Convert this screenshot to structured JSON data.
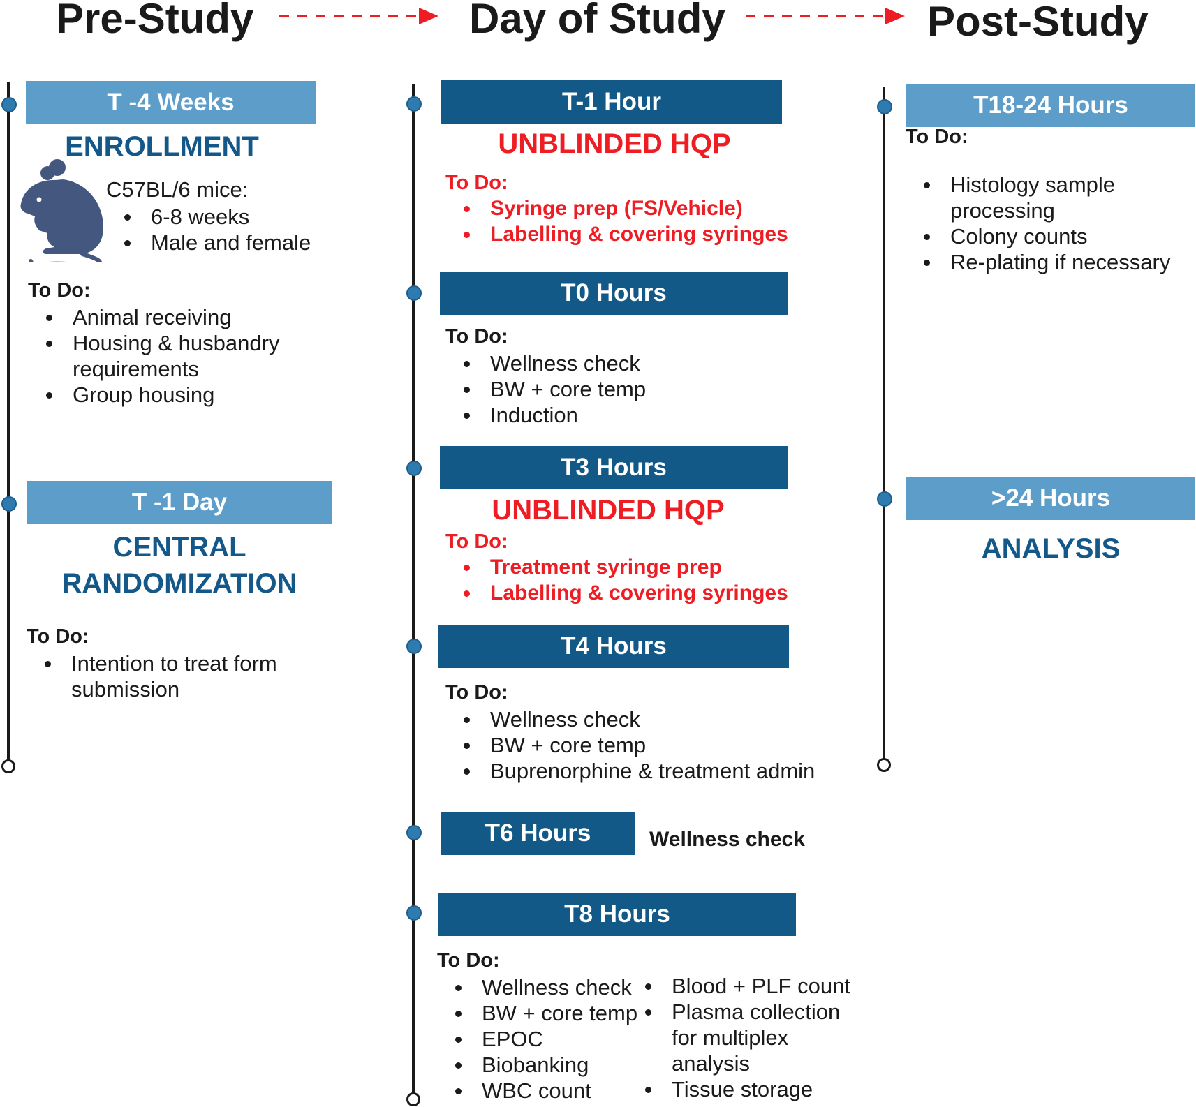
{
  "phases": [
    "Pre-Study",
    "Day of Study",
    "Post-Study"
  ],
  "colors": {
    "light_box": "#5d9dc9",
    "dark_box": "#135987",
    "heading": "#14588a",
    "alert": "#ee1d23",
    "dot": "#2e7bb0"
  },
  "icons": [
    "mouse-icon",
    "dashed-arrow-icon"
  ],
  "pre": {
    "t4w": {
      "label": "T -4 Weeks",
      "heading": "ENROLLMENT",
      "mice_title": "C57BL/6 mice:",
      "mice_items": [
        "6-8 weeks",
        "Male and female"
      ],
      "todo_label": "To Do:",
      "items": [
        "Animal receiving",
        "Housing & husbandry requirements",
        "Group housing"
      ]
    },
    "t1d": {
      "label": "T -1 Day",
      "heading_line1": "CENTRAL",
      "heading_line2": "RANDOMIZATION",
      "todo_label": "To Do:",
      "items": [
        "Intention to treat form submission"
      ]
    }
  },
  "day": {
    "t_1h": {
      "label": "T-1 Hour",
      "heading": "UNBLINDED HQP",
      "todo_label": "To Do:",
      "items": [
        "Syringe prep (FS/Vehicle)",
        "Labelling & covering syringes"
      ]
    },
    "t0": {
      "label": "T0 Hours",
      "todo_label": "To Do:",
      "items": [
        "Wellness check",
        "BW + core temp",
        "Induction"
      ]
    },
    "t3": {
      "label": "T3 Hours",
      "heading": "UNBLINDED HQP",
      "todo_label": "To Do:",
      "items": [
        "Treatment syringe prep",
        "Labelling & covering syringes"
      ]
    },
    "t4": {
      "label": "T4 Hours",
      "todo_label": "To Do:",
      "items": [
        "Wellness check",
        "BW + core temp",
        "Buprenorphine & treatment admin"
      ]
    },
    "t6": {
      "label": "T6 Hours",
      "note": "Wellness check"
    },
    "t8": {
      "label": "T8 Hours",
      "todo_label": "To Do:",
      "items_left": [
        "Wellness check",
        "BW + core temp",
        "EPOC",
        "Biobanking",
        "WBC count"
      ],
      "items_right": [
        "Blood + PLF count",
        "Plasma collection for multiplex analysis",
        "Tissue storage"
      ]
    }
  },
  "post": {
    "t18": {
      "label": "T18-24 Hours",
      "todo_label": "To Do:",
      "items": [
        "Histology sample processing",
        "Colony counts",
        "Re-plating if necessary"
      ]
    },
    "t24": {
      "label": ">24 Hours",
      "heading": "ANALYSIS"
    }
  }
}
